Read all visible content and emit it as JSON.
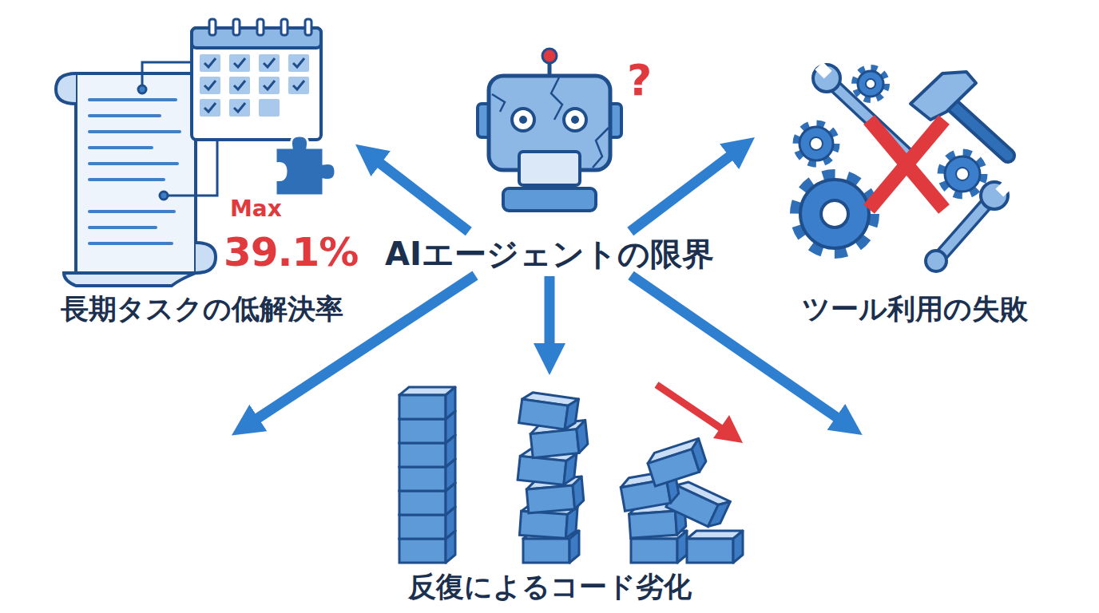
{
  "diagram": {
    "nodes": [
      {
        "text": [
          "AIエージェントの限界"
        ]
      },
      {
        "text": [
          "長期タスクの低解決率"
        ]
      },
      {
        "text": [
          "ツール利用の失敗"
        ]
      },
      {
        "text": [
          "反復によるコード劣化"
        ]
      }
    ],
    "edges": [
      {
        "from": 0,
        "to": 1,
        "arrow": "to"
      },
      {
        "from": 0,
        "to": 2,
        "arrow": "to"
      },
      {
        "from": 0,
        "to": 3,
        "arrow": "to"
      }
    ],
    "labels": [
      "?",
      "Max",
      "39.1%"
    ]
  }
}
